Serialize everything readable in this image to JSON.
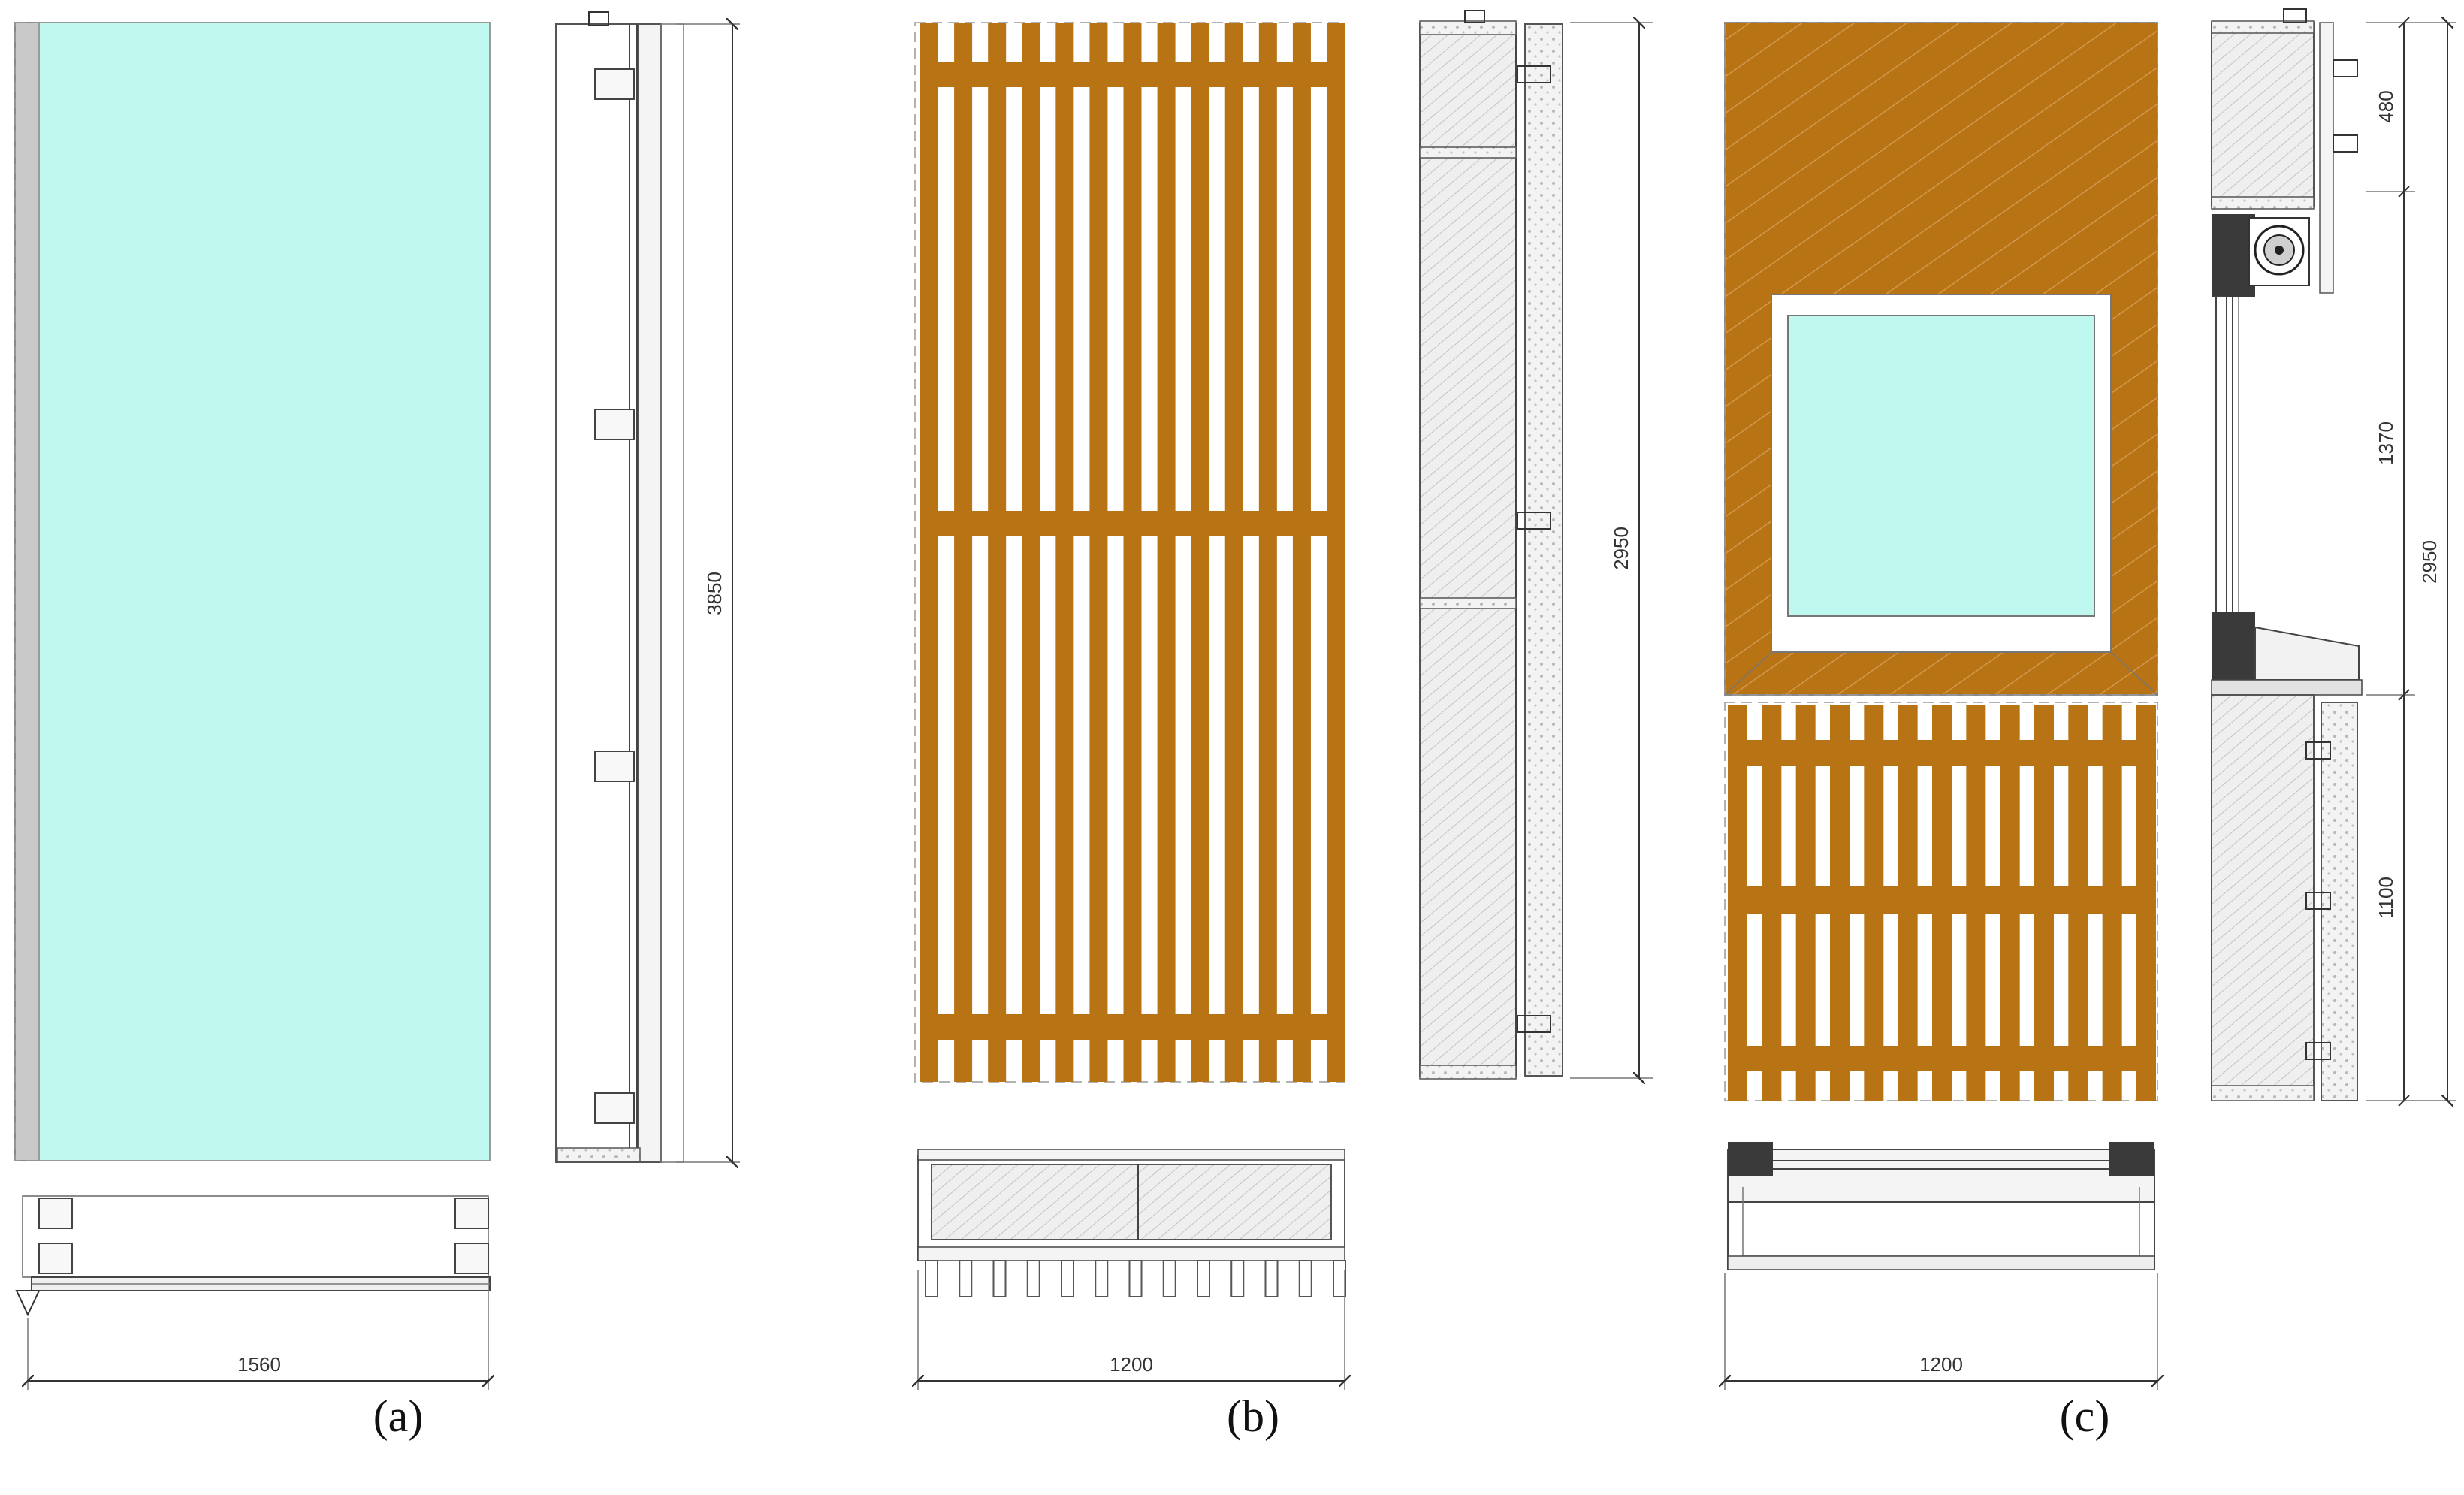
{
  "colors": {
    "glass": "#bff8ef",
    "timber": "#b87314",
    "timber_dark": "#a96510",
    "frame_gray": "#c9c9c9",
    "insulation_gray": "#ececec",
    "line": "#444444"
  },
  "panels": [
    {
      "id": "a",
      "caption": "(a)",
      "dimensions": {
        "width": "1560",
        "height": "3850"
      },
      "description_icons": [
        "glass-pane",
        "vertical-section",
        "horizontal-section"
      ]
    },
    {
      "id": "b",
      "caption": "(b)",
      "dimensions": {
        "width": "1200",
        "height": "2950"
      },
      "description_icons": [
        "timber-slat-screen",
        "vertical-section",
        "horizontal-section"
      ]
    },
    {
      "id": "c",
      "caption": "(c)",
      "dimensions": {
        "width": "1200",
        "total_height": "2950",
        "top": "480",
        "middle": "1370",
        "bottom": "1100"
      },
      "description_icons": [
        "window-elevation",
        "fan-icon",
        "vertical-section",
        "horizontal-section"
      ]
    }
  ]
}
